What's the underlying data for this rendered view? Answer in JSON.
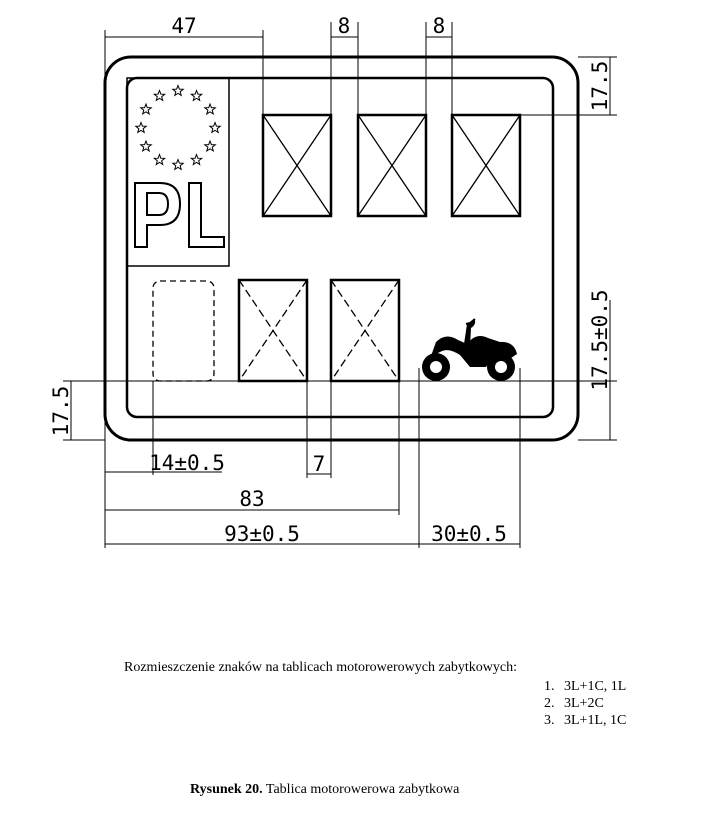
{
  "drawing": {
    "euband_code": "PL",
    "dimensions": {
      "top_left_width": "47",
      "char_gap_1": "8",
      "char_gap_2": "8",
      "top_margin": "17.5",
      "right_lower": "17.5±0.5",
      "bottom_margin": "17.5",
      "left_offset": "14±0.5",
      "small_gap": "7",
      "lower_group_width": "83",
      "total_width": "93±0.5",
      "symbol_width": "30±0.5"
    },
    "icons": [
      "eu-stars-icon",
      "motorcycle-icon"
    ]
  },
  "caption": {
    "heading": "Rozmieszczenie znaków na tablicach motorowerowych zabytkowych:",
    "layouts": [
      {
        "num": "1.",
        "text": "3L+1C, 1L"
      },
      {
        "num": "2.",
        "text": "3L+2C"
      },
      {
        "num": "3.",
        "text": "3L+1L, 1C"
      }
    ]
  },
  "figure": {
    "label": "Rysunek 20.",
    "title": "Tablica motorowerowa zabytkowa"
  }
}
